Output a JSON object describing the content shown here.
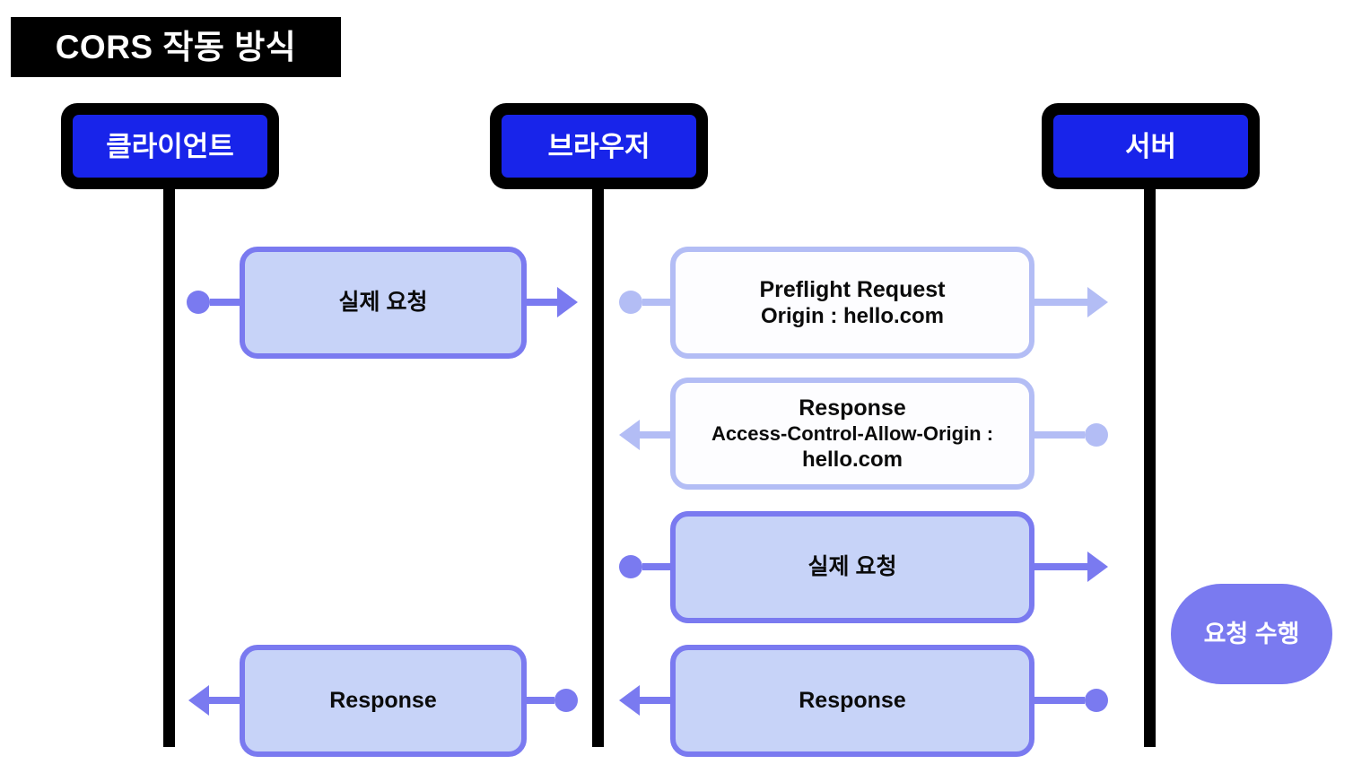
{
  "title": {
    "text": "CORS 작동 방식"
  },
  "actors": [
    {
      "id": "client",
      "label": "클라이언트"
    },
    {
      "id": "browser",
      "label": "브라우저"
    },
    {
      "id": "server",
      "label": "서버"
    }
  ],
  "colors": {
    "banner_bg": "#000000",
    "banner_text": "#ffffff",
    "actor_border": "#000000",
    "actor_fill": "#1824ea",
    "actor_text": "#ffffff",
    "lifeline": "#000000",
    "accent_strong": "#7a7af0",
    "accent_light": "#b3bdf5",
    "box_fill_strong": "#c7d3f8",
    "box_fill_light": "#fdfdff",
    "note_fill": "#7a7af0",
    "note_text": "#ffffff"
  },
  "messages": {
    "client_request": {
      "lines": [
        "실제 요청"
      ],
      "from": "client",
      "to": "browser",
      "direction": "right",
      "style": "strong"
    },
    "preflight_request": {
      "lines": [
        "Preflight Request",
        "Origin : hello.com"
      ],
      "from": "browser",
      "to": "server",
      "direction": "right",
      "style": "light"
    },
    "preflight_response": {
      "lines": [
        "Response",
        "Access-Control-Allow-Origin :",
        "hello.com"
      ],
      "from": "server",
      "to": "browser",
      "direction": "left",
      "style": "light"
    },
    "actual_request": {
      "lines": [
        "실제 요청"
      ],
      "from": "browser",
      "to": "server",
      "direction": "right",
      "style": "strong"
    },
    "server_response": {
      "lines": [
        "Response"
      ],
      "from": "server",
      "to": "browser",
      "direction": "left",
      "style": "strong"
    },
    "browser_response": {
      "lines": [
        "Response"
      ],
      "from": "browser",
      "to": "client",
      "direction": "left",
      "style": "strong"
    }
  },
  "note": {
    "label": "요청 수행"
  }
}
